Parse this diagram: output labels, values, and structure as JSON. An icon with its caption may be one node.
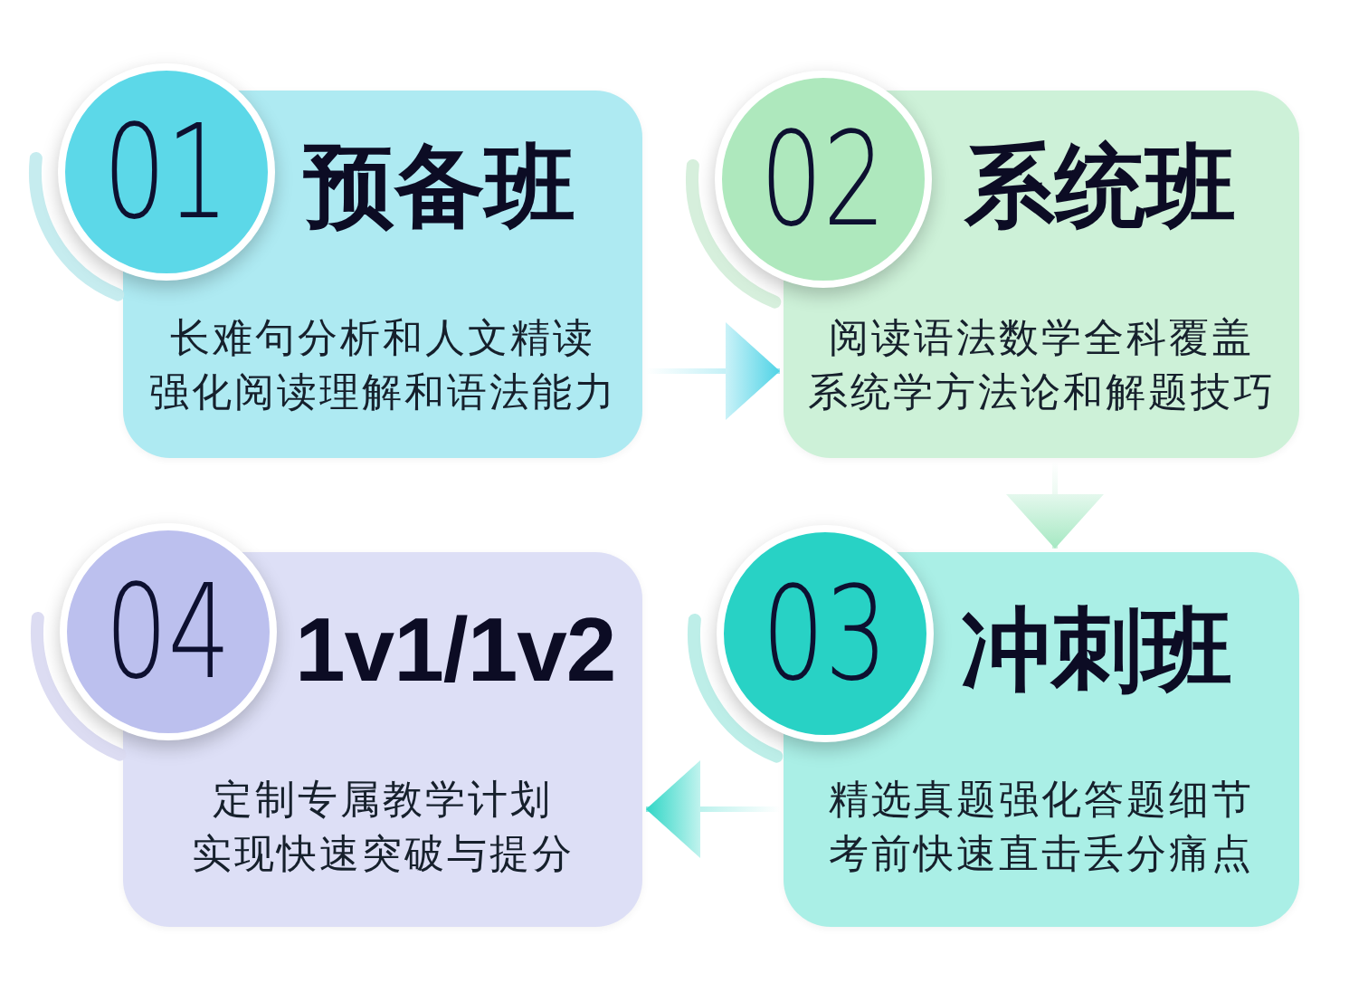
{
  "diagram": {
    "nodes": [
      {
        "text": [
          "01",
          "预备班",
          "长难句分析和人文精读强化阅读理解和语法能力"
        ]
      },
      {
        "text": [
          "02",
          "系统班",
          "阅读语法数学全科覆盖系统学方法论和解题技巧"
        ]
      },
      {
        "text": [
          "04",
          "1v1/1v2",
          "定制专属教学计划实现快速突破与提分"
        ]
      },
      {
        "text": [
          "03",
          "冲刺班",
          "精选真题强化答题细节考前快速直击丢分痛点"
        ]
      }
    ],
    "edges": [
      {
        "from": 0,
        "to": 1,
        "arrow": "to",
        "color": "#4fd3e6"
      },
      {
        "from": 1,
        "to": 3,
        "arrow": "to",
        "color": "#a5e8c2"
      },
      {
        "from": 3,
        "to": 2,
        "arrow": "to",
        "color": "#2fd6c6"
      }
    ]
  }
}
